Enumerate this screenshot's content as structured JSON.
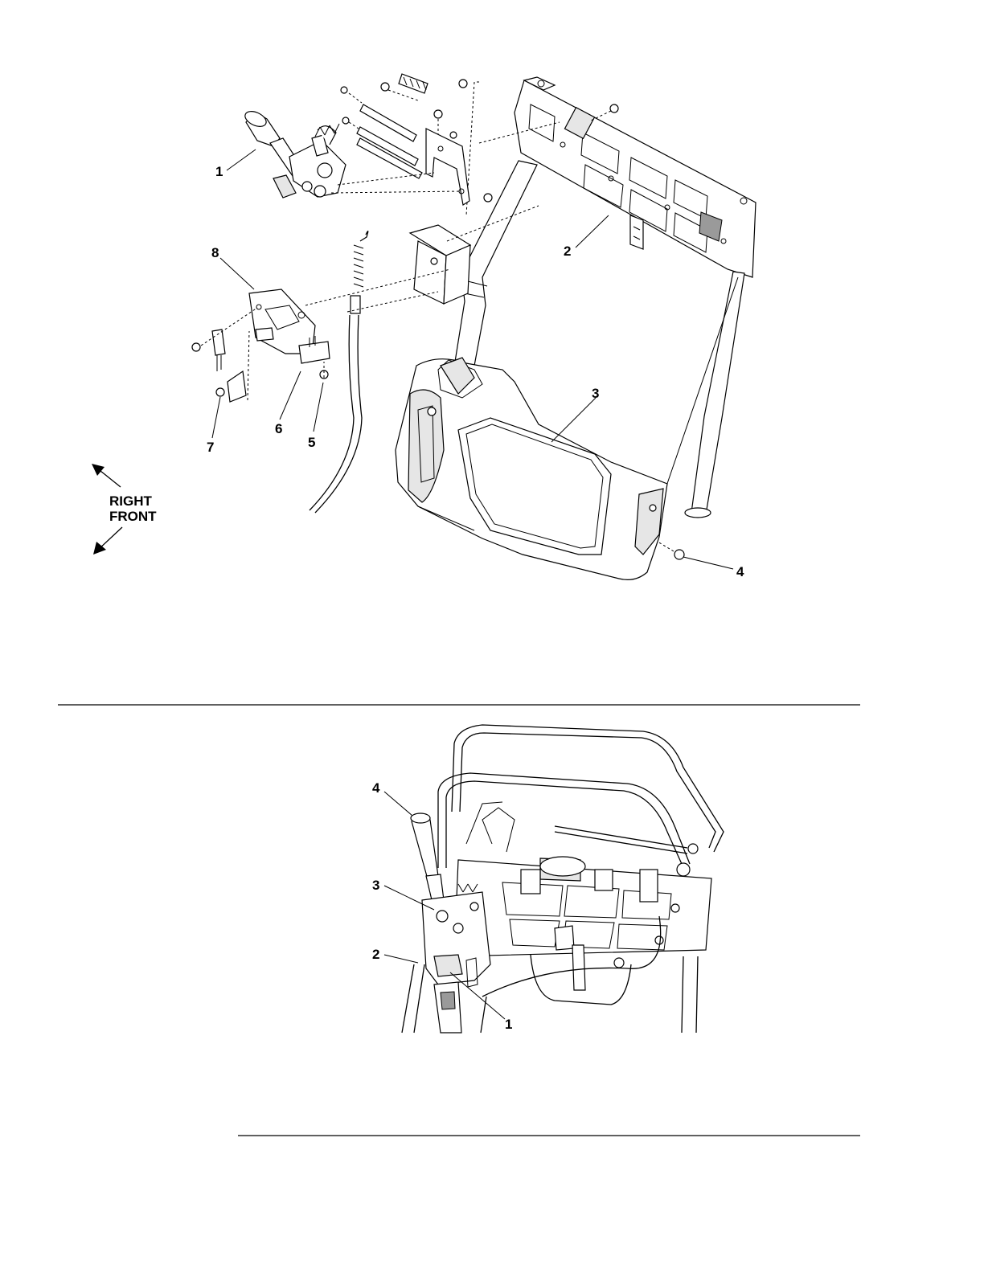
{
  "figure_top": {
    "callouts": [
      {
        "label": "1"
      },
      {
        "label": "2"
      },
      {
        "label": "3"
      },
      {
        "label": "4"
      },
      {
        "label": "5"
      },
      {
        "label": "6"
      },
      {
        "label": "7"
      },
      {
        "label": "8"
      }
    ],
    "orientation": {
      "line1": "RIGHT",
      "line2": "FRONT"
    }
  },
  "figure_bottom": {
    "callouts": [
      {
        "label": "1"
      },
      {
        "label": "2"
      },
      {
        "label": "3"
      },
      {
        "label": "4"
      }
    ]
  }
}
